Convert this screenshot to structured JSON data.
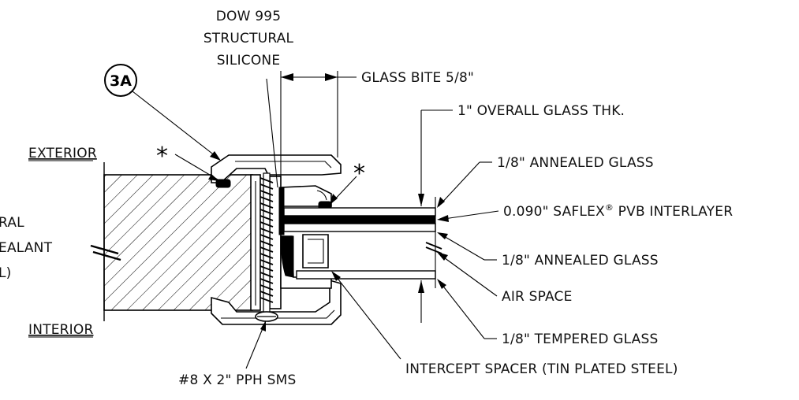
{
  "labels": {
    "silicone_1": "DOW 995",
    "silicone_2": "STRUCTURAL",
    "silicone_3": "SILICONE",
    "detail_tag": "3A",
    "glass_bite": "GLASS BITE 5/8\"",
    "overall_thk": "1\" OVERALL GLASS THK.",
    "exterior": "EXTERIOR",
    "interior": "INTERIOR",
    "asterisk_left": "*",
    "asterisk_right": "*",
    "glass_annealed_outer": "1/8\" ANNEALED GLASS",
    "interlayer_a": "0.090\" SAFLEX",
    "interlayer_reg": "®",
    "interlayer_b": " PVB INTERLAYER",
    "glass_annealed_inner": "1/8\" ANNEALED GLASS",
    "air_space": "AIR SPACE",
    "glass_tempered": "1/8\" TEMPERED GLASS",
    "spacer": "INTERCEPT SPACER (TIN PLATED STEEL)",
    "screw": "#8 X 2\" PPH SMS",
    "cut_1": "RAL",
    "cut_2": "EALANT",
    "cut_3": "L)"
  },
  "colors": {
    "ink": "#000000",
    "background": "#ffffff"
  }
}
